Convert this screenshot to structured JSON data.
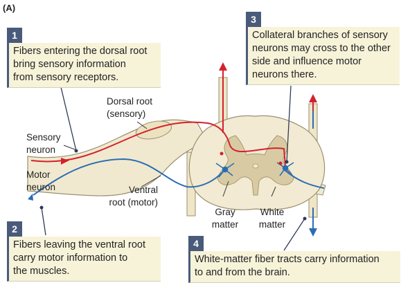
{
  "panel_label": "(A)",
  "callouts": [
    {
      "num": "1",
      "text_lines": [
        "Fibers entering the dorsal root",
        "bring sensory information",
        "from sensory receptors."
      ]
    },
    {
      "num": "2",
      "text_lines": [
        "Fibers leaving the ventral root",
        "carry motor information to",
        "the muscles."
      ]
    },
    {
      "num": "3",
      "text_lines": [
        "Collateral branches of sensory",
        "neurons may cross to the other",
        "side and influence motor",
        "neurons there."
      ]
    },
    {
      "num": "4",
      "text_lines": [
        "White-matter fiber tracts carry information",
        "to and from the brain."
      ]
    }
  ],
  "labels": {
    "dorsal_root": [
      "Dorsal root",
      "(sensory)"
    ],
    "sensory_neuron": [
      "Sensory",
      "neuron"
    ],
    "motor_neuron": [
      "Motor",
      "neuron"
    ],
    "ventral_root": [
      "Ventral",
      "root (motor)"
    ],
    "gray_matter": [
      "Gray",
      "matter"
    ],
    "white_matter": [
      "White",
      "matter"
    ]
  },
  "colors": {
    "callout_bg": "#f7f3d9",
    "badge": "#4a5a7a",
    "sensory": "#d4202e",
    "motor": "#2a6db5",
    "tissue": "#f1e9cf",
    "gray_matter": "#d8cba3"
  }
}
